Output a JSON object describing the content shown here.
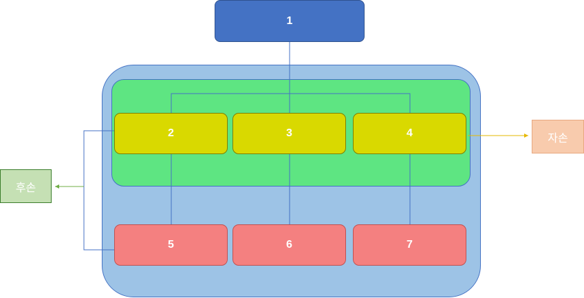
{
  "nodes": {
    "root": "1",
    "group_top": [
      "2",
      "3",
      "4"
    ],
    "group_bottom": [
      "5",
      "6",
      "7"
    ],
    "right_label": "자손",
    "left_label": "후손"
  },
  "colors": {
    "root": "#4472c4",
    "outer_group": "#9dc3e6",
    "inner_group": "#5ee582",
    "top_nodes": "#d9d900",
    "bottom_nodes": "#f48080",
    "right_label_box": "#f8cbad",
    "left_label_box": "#c5e0b4",
    "connector": "#4472c4",
    "right_arrow": "#e6b800",
    "left_arrow": "#70ad47"
  }
}
